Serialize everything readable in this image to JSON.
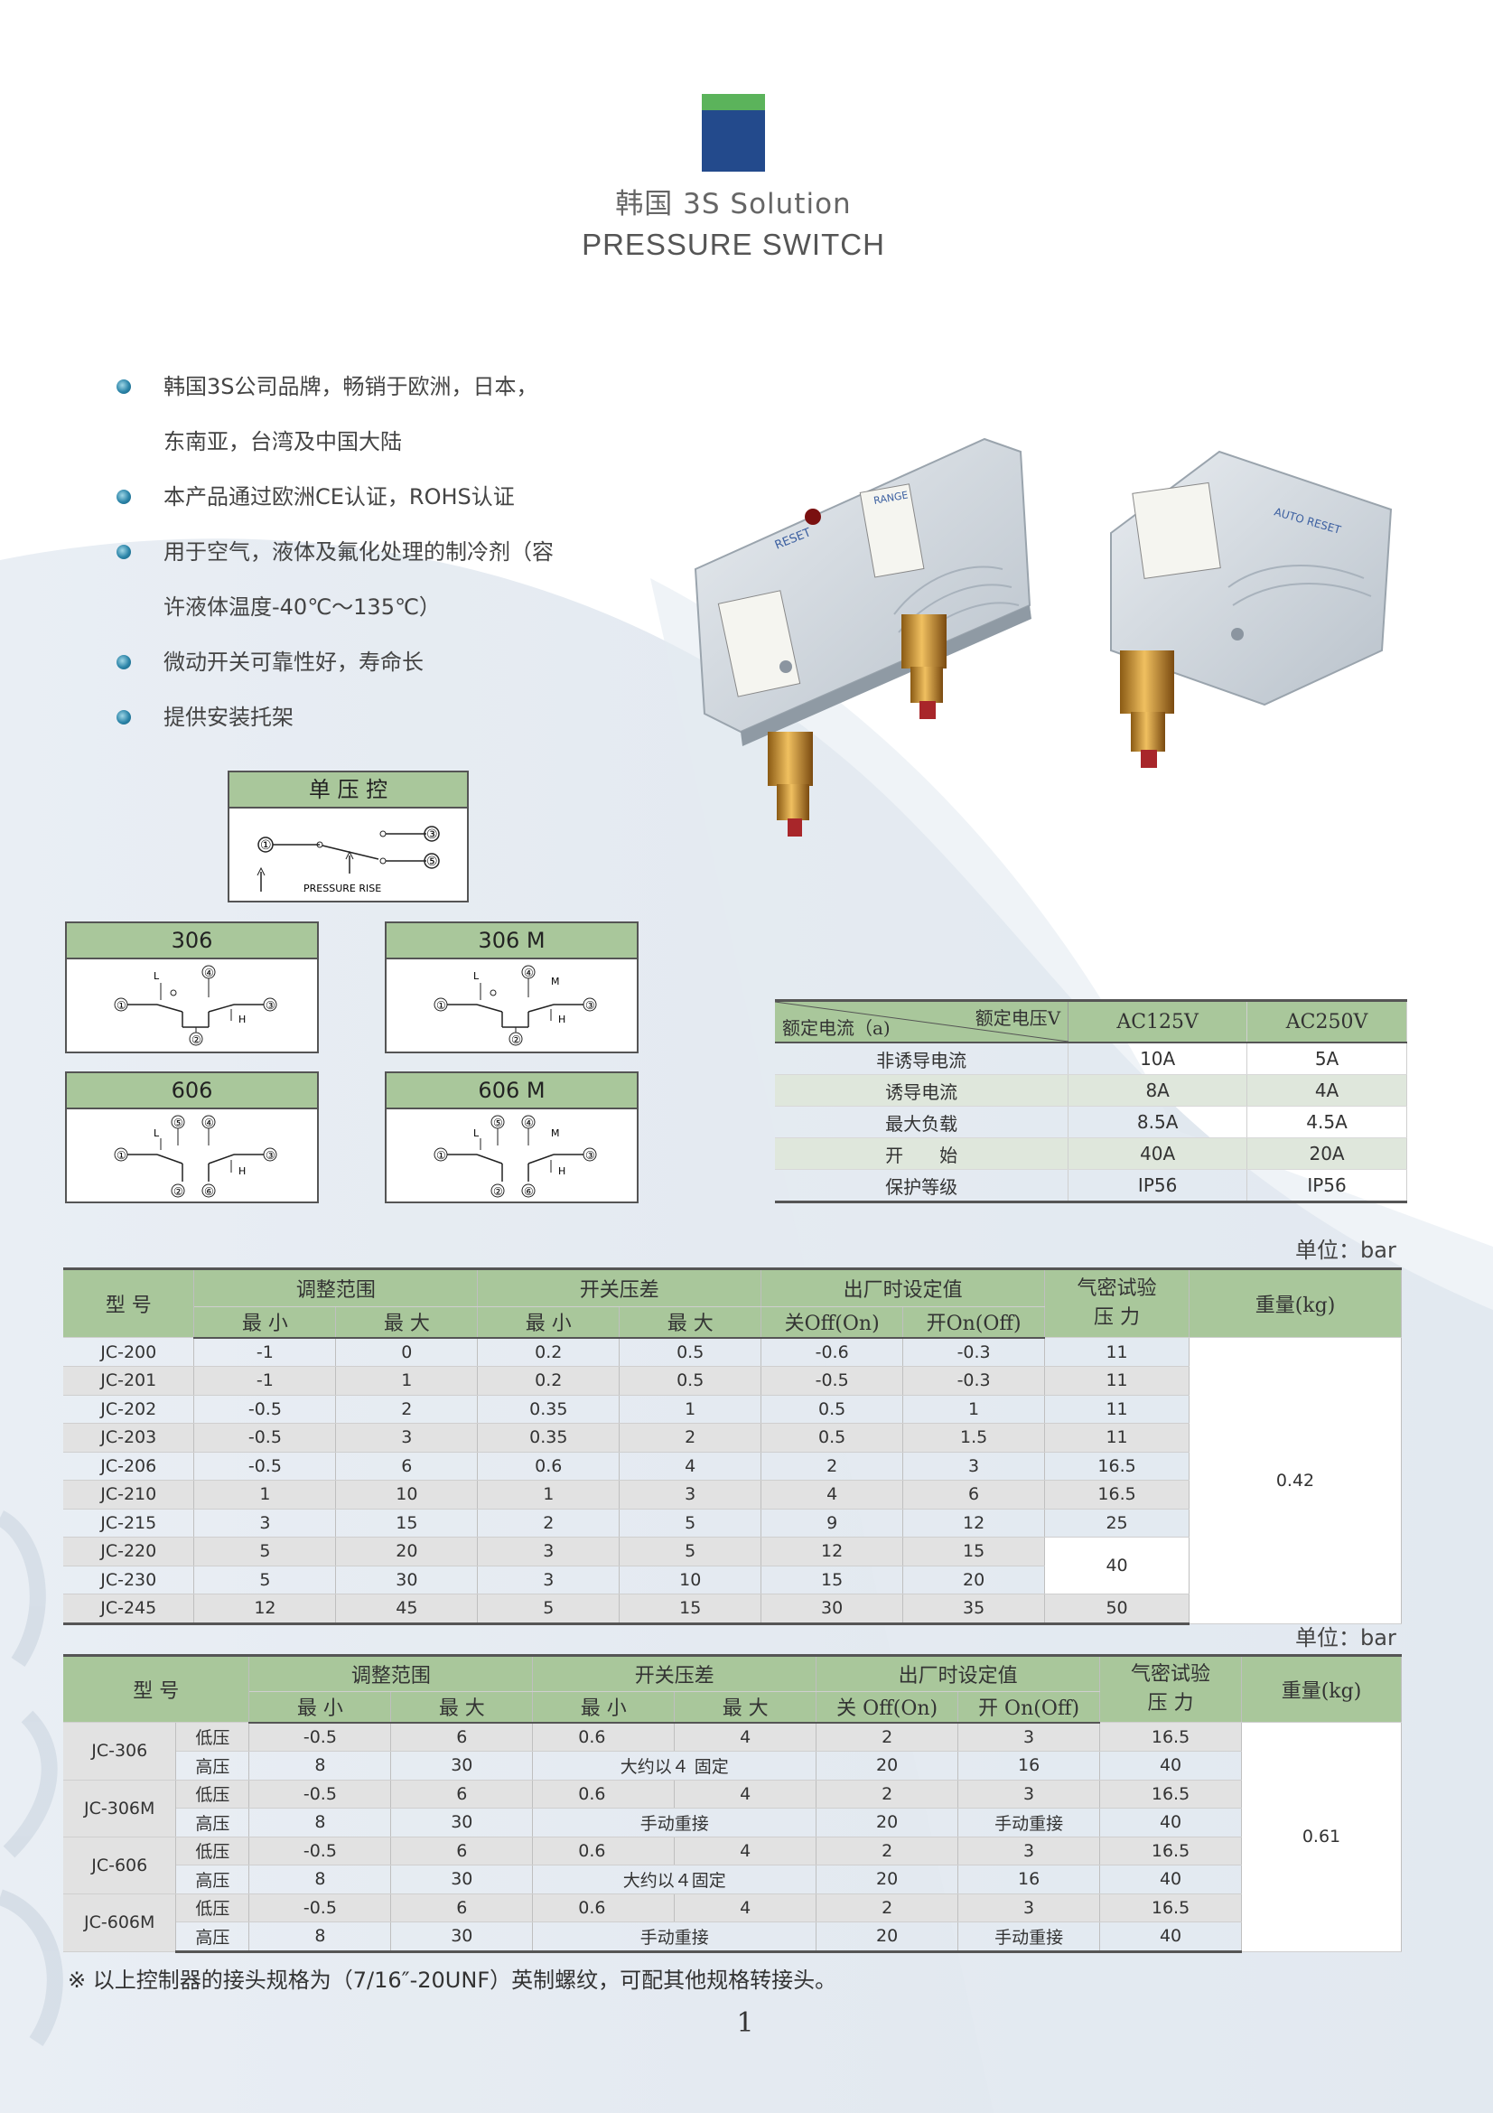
{
  "header": {
    "brand_text": "韩国 3S Solution",
    "subtitle": "PRESSURE SWITCH"
  },
  "colors": {
    "logo_green": "#5bb35b",
    "logo_blue": "#234a8c",
    "table_header": "#a9c79b",
    "row_alt": "#dfe7dc"
  },
  "features": [
    "韩国3S公司品牌，畅销于欧洲，日本，",
    "东南亚，台湾及中国大陆",
    "本产品通过欧洲CE认证，ROHS认证",
    "用于空气，液体及氟化处理的制冷剂（容",
    "许液体温度-40℃～135℃）",
    "微动开关可靠性好，寿命长",
    "提供安装托架"
  ],
  "feature_bullets": [
    true,
    false,
    true,
    true,
    false,
    true,
    true
  ],
  "product_photo": {
    "left_unit": {
      "label_reset": "RESET",
      "label_range": "RANGE"
    },
    "right_unit": {
      "label_auto_reset": "AUTO RESET"
    }
  },
  "diagrams": {
    "single": {
      "title": "单 压 控",
      "pressure_label": "PRESSURE RISE",
      "terminals": [
        "①",
        "③",
        "⑤"
      ]
    },
    "d306": {
      "title": "306",
      "terminals": [
        "①",
        "④",
        "③",
        "②"
      ],
      "l": "L",
      "h": "H"
    },
    "d306m": {
      "title": "306  M",
      "terminals": [
        "①",
        "④",
        "③",
        "②"
      ],
      "l": "L",
      "h": "H",
      "m": "M"
    },
    "d606": {
      "title": "606",
      "terminals": [
        "①",
        "⑤",
        "④",
        "③",
        "②",
        "⑥"
      ],
      "l": "L",
      "h": "H"
    },
    "d606m": {
      "title": "606  M",
      "terminals": [
        "①",
        "⑤",
        "④",
        "③",
        "②",
        "⑥"
      ],
      "l": "L",
      "h": "H",
      "m": "M"
    }
  },
  "electrical": {
    "corner_top": "额定电压V",
    "corner_bottom": "额定电流（a)",
    "col1": "AC125V",
    "col2": "AC250V",
    "rows": [
      {
        "label": "非诱导电流",
        "v1": "10A",
        "v2": "5A"
      },
      {
        "label": "诱导电流",
        "v1": "8A",
        "v2": "4A"
      },
      {
        "label": "最大负载",
        "v1": "8.5A",
        "v2": "4.5A"
      },
      {
        "label": "开　　始",
        "v1": "40A",
        "v2": "20A"
      },
      {
        "label": "保护等级",
        "v1": "IP56",
        "v2": "IP56"
      }
    ]
  },
  "table1": {
    "unit": "单位：bar",
    "h_model": "型  号",
    "h_adjust": "调整范围",
    "h_diff": "开关压差",
    "h_factory": "出厂时设定值",
    "h_airtight": "气密试验\n压  力",
    "h_weight": "重量(kg)",
    "h_min": "最  小",
    "h_max": "最  大",
    "h_off": "关Off(On)",
    "h_on": "开On(Off)",
    "rows": [
      {
        "model": "JC-200",
        "adj_min": "-1",
        "adj_max": "0",
        "diff_min": "0.2",
        "diff_max": "0.5",
        "off": "-0.6",
        "on": "-0.3",
        "air": "11"
      },
      {
        "model": "JC-201",
        "adj_min": "-1",
        "adj_max": "1",
        "diff_min": "0.2",
        "diff_max": "0.5",
        "off": "-0.5",
        "on": "-0.3",
        "air": "11"
      },
      {
        "model": "JC-202",
        "adj_min": "-0.5",
        "adj_max": "2",
        "diff_min": "0.35",
        "diff_max": "1",
        "off": "0.5",
        "on": "1",
        "air": "11"
      },
      {
        "model": "JC-203",
        "adj_min": "-0.5",
        "adj_max": "3",
        "diff_min": "0.35",
        "diff_max": "2",
        "off": "0.5",
        "on": "1.5",
        "air": "11"
      },
      {
        "model": "JC-206",
        "adj_min": "-0.5",
        "adj_max": "6",
        "diff_min": "0.6",
        "diff_max": "4",
        "off": "2",
        "on": "3",
        "air": "16.5"
      },
      {
        "model": "JC-210",
        "adj_min": "1",
        "adj_max": "10",
        "diff_min": "1",
        "diff_max": "3",
        "off": "4",
        "on": "6",
        "air": "16.5"
      },
      {
        "model": "JC-215",
        "adj_min": "3",
        "adj_max": "15",
        "diff_min": "2",
        "diff_max": "5",
        "off": "9",
        "on": "12",
        "air": "25"
      },
      {
        "model": "JC-220",
        "adj_min": "5",
        "adj_max": "20",
        "diff_min": "3",
        "diff_max": "5",
        "off": "12",
        "on": "15",
        "air": ""
      },
      {
        "model": "JC-230",
        "adj_min": "5",
        "adj_max": "30",
        "diff_min": "3",
        "diff_max": "10",
        "off": "15",
        "on": "20",
        "air": ""
      },
      {
        "model": "JC-245",
        "adj_min": "12",
        "adj_max": "45",
        "diff_min": "5",
        "diff_max": "15",
        "off": "30",
        "on": "35",
        "air": "50"
      }
    ],
    "air_merged_220_230": "40",
    "weight": "0.42"
  },
  "table2": {
    "unit": "单位：bar",
    "h_model": "型    号",
    "h_adjust": "调整范围",
    "h_diff": "开关压差",
    "h_factory": "出厂时设定值",
    "h_airtight": "气密试验\n压  力",
    "h_weight": "重量(kg)",
    "h_min": "最  小",
    "h_max": "最  大",
    "h_off": "关 Off(On)",
    "h_on": "开 On(Off)",
    "low": "低压",
    "high": "高压",
    "groups": [
      {
        "model": "JC-306",
        "low": {
          "adj_min": "-0.5",
          "adj_max": "6",
          "diff_min": "0.6",
          "diff_max": "4",
          "off": "2",
          "on": "3",
          "air": "16.5"
        },
        "high": {
          "adj_min": "8",
          "adj_max": "30",
          "diff_merged": "大约以４ 固定",
          "off": "20",
          "on": "16",
          "air": "40"
        }
      },
      {
        "model": "JC-306M",
        "low": {
          "adj_min": "-0.5",
          "adj_max": "6",
          "diff_min": "0.6",
          "diff_max": "4",
          "off": "2",
          "on": "3",
          "air": "16.5"
        },
        "high": {
          "adj_min": "8",
          "adj_max": "30",
          "diff_merged": "手动重接",
          "off": "20",
          "on": "手动重接",
          "air": "40"
        }
      },
      {
        "model": "JC-606",
        "low": {
          "adj_min": "-0.5",
          "adj_max": "6",
          "diff_min": "0.6",
          "diff_max": "4",
          "off": "2",
          "on": "3",
          "air": "16.5"
        },
        "high": {
          "adj_min": "8",
          "adj_max": "30",
          "diff_merged": "大约以４固定",
          "off": "20",
          "on": "16",
          "air": "40"
        }
      },
      {
        "model": "JC-606M",
        "low": {
          "adj_min": "-0.5",
          "adj_max": "6",
          "diff_min": "0.6",
          "diff_max": "4",
          "off": "2",
          "on": "3",
          "air": "16.5"
        },
        "high": {
          "adj_min": "8",
          "adj_max": "30",
          "diff_merged": "手动重接",
          "off": "20",
          "on": "手动重接",
          "air": "40"
        }
      }
    ],
    "weight": "0.61"
  },
  "footnote": "※  以上控制器的接头规格为（7/16″-20UNF）英制螺纹，可配其他规格转接头。",
  "page_number": "1"
}
